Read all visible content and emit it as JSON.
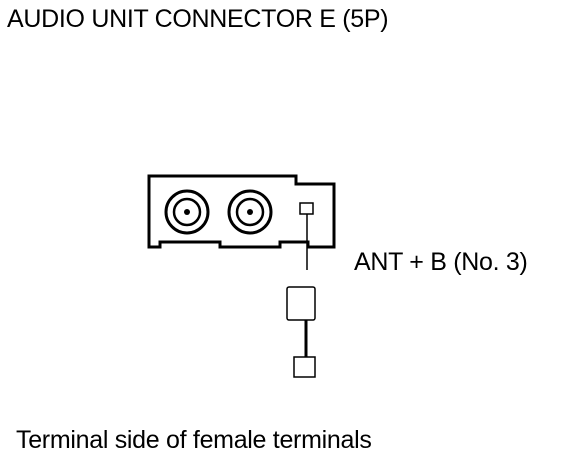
{
  "title": "AUDIO UNIT CONNECTOR E (5P)",
  "pin_label": "ANT + B (No. 3)",
  "caption": "Terminal side of female terminals"
}
